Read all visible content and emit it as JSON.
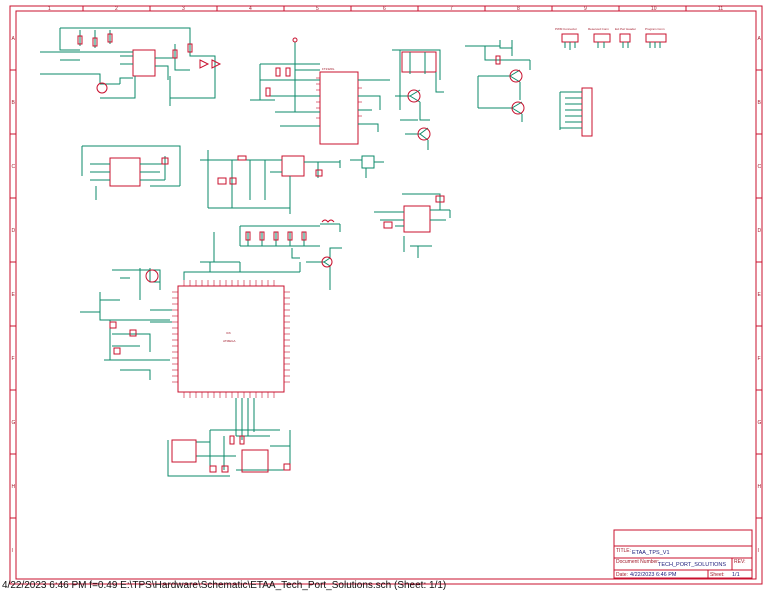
{
  "border": {
    "columns": [
      "1",
      "2",
      "3",
      "4",
      "5",
      "6",
      "7",
      "8",
      "9",
      "10",
      "11"
    ],
    "rows": [
      "A",
      "B",
      "C",
      "D",
      "E",
      "F",
      "G",
      "H",
      "I"
    ]
  },
  "title_block": {
    "title_label": "TITLE:",
    "title_value": "ETAA_TPS_V1",
    "document_label": "Document Number:",
    "document_value": "TECH_PORT_SOLUTIONS",
    "rev_label": "REV:",
    "date_label": "Date:",
    "date_value": "4/22/2023 6:46 PM",
    "sheet_label": "Sheet:",
    "sheet_value": "1/1"
  },
  "components": {
    "mcu_name": "IC6",
    "mcu_part": "ATMEGA",
    "usb_chip_label": "FT232RL",
    "connectors": [
      "PWM Connector",
      "Reserved Conn",
      "Ext Pwr Header",
      "Program Conn"
    ]
  },
  "footer": {
    "timestamp": "4/22/2023 6:46 PM",
    "frame": "f=0.49",
    "path": "E:\\TPS\\Hardware\\Schematic\\ETAA_Tech_Port_Solutions.sch (Sheet: 1/1)"
  },
  "colors": {
    "frame": "#c8102e",
    "wire": "#0b8a6a",
    "text": "#a11a2a"
  }
}
